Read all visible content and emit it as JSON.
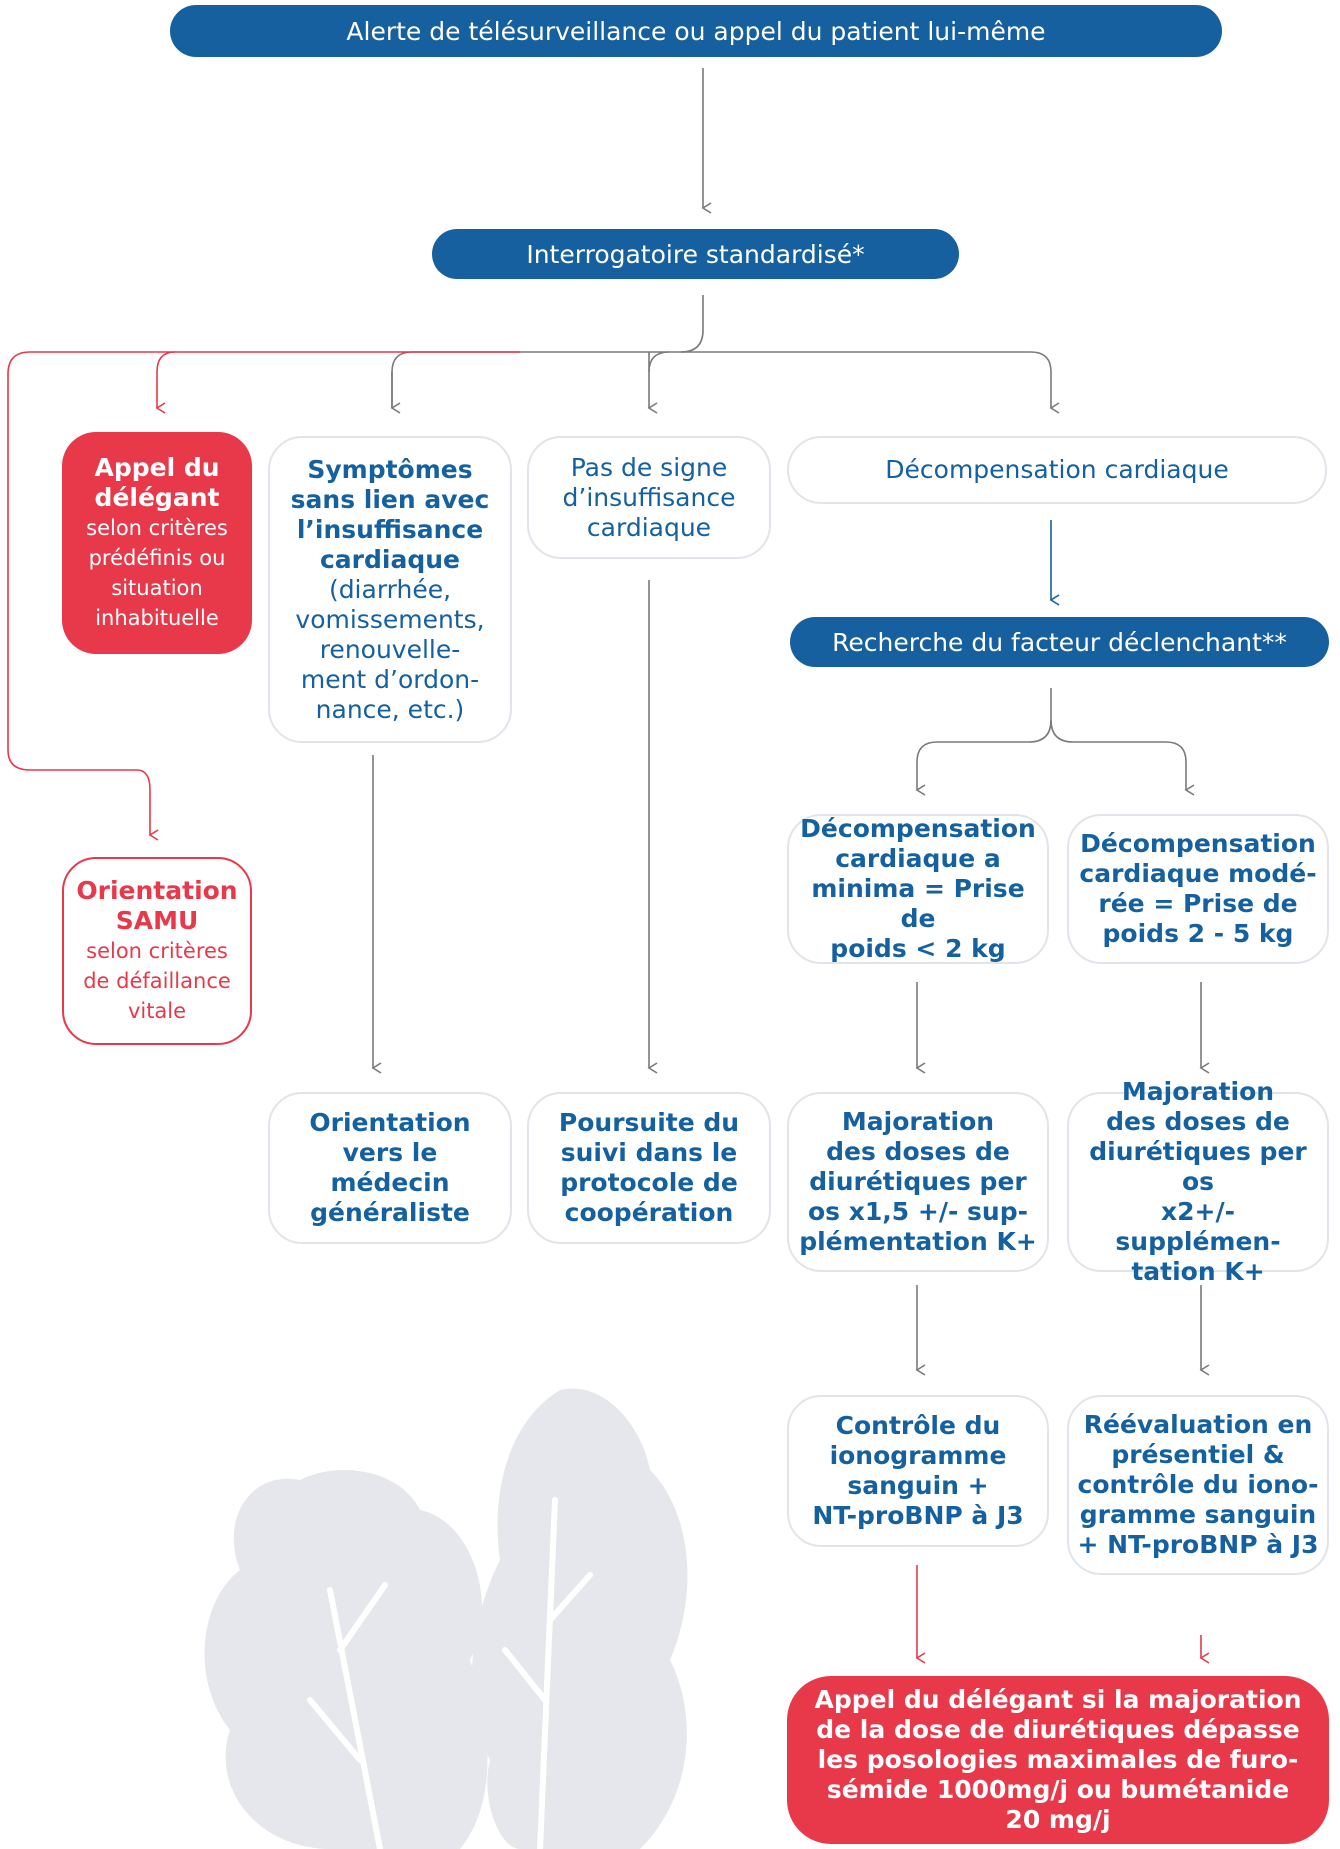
{
  "colors": {
    "blue": "#16609f",
    "red": "#e8394a",
    "border": "#e1e4ea",
    "connector": "#7a7a7a"
  },
  "top_alert": "Alerte de télésurveillance ou appel du patient lui-même",
  "interrogatoire": "Interrogatoire standardisé*",
  "appel_delegant": {
    "title": [
      "Appel du",
      "délégant"
    ],
    "sub": [
      "selon critères",
      "prédéfinis ou",
      "situation",
      "inhabituelle"
    ]
  },
  "orientation_samu": {
    "title": [
      "Orientation",
      "SAMU"
    ],
    "sub": [
      "selon critères",
      "de défaillance",
      "vitale"
    ]
  },
  "symptomes": {
    "title": [
      "Symptômes",
      "sans lien avec",
      "l’insuffisance",
      "cardiaque"
    ],
    "sub": [
      "(diarrhée,",
      "vomissements,",
      "renouvelle-",
      "ment d’ordon-",
      "nance, etc.)"
    ]
  },
  "pas_de_signe": [
    "Pas de signe",
    "d’insuffisance",
    "cardiaque"
  ],
  "decompensation": "Décompensation cardiaque",
  "recherche": "Recherche du facteur déclenchant**",
  "decomp_minima": [
    "Décompensation",
    "cardiaque a",
    "minima = Prise de",
    "poids < 2 kg"
  ],
  "decomp_moderee": [
    "Décompensation",
    "cardiaque modé-",
    "rée = Prise de",
    "poids 2 - 5 kg"
  ],
  "orientation_medecin": [
    "Orientation",
    "vers le",
    "médecin",
    "généraliste"
  ],
  "poursuite": [
    "Poursuite du",
    "suivi dans le",
    "protocole de",
    "coopération"
  ],
  "majoration_1": [
    "Majoration",
    "des doses de",
    "diurétiques per",
    "os x1,5 +/- sup-",
    "plémentation K+"
  ],
  "majoration_2": [
    "Majoration",
    "des doses de",
    "diurétiques per os",
    "x2+/- supplémen-",
    "tation K+"
  ],
  "controle": [
    "Contrôle du",
    "ionogramme",
    "sanguin +",
    "NT-proBNP à J3"
  ],
  "reevaluation": [
    "Réévaluation en",
    "présentiel &",
    "contrôle du iono-",
    "gramme sanguin",
    "+ NT-proBNP à J3"
  ],
  "final": [
    "Appel du délégant si la majoration",
    "de la dose de diurétiques dépasse",
    "les posologies maximales de furo-",
    "sémide 1000mg/j ou bumétanide",
    "20 mg/j"
  ]
}
